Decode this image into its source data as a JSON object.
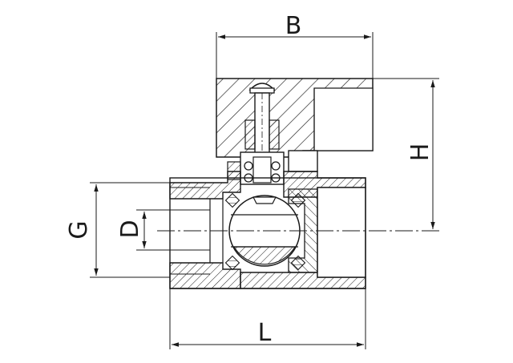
{
  "diagram": {
    "dimensions": {
      "B": "B",
      "H": "H",
      "G": "G",
      "D": "D",
      "L": "L"
    }
  }
}
